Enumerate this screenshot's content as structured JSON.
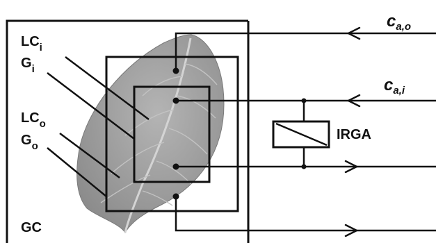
{
  "diagram": {
    "labels": {
      "lc_inner": {
        "main": "LC",
        "sub": "i"
      },
      "g_inner": {
        "main": "G",
        "sub": "i"
      },
      "lc_outer": {
        "main": "LC",
        "sub": "o"
      },
      "g_outer": {
        "main": "G",
        "sub": "o"
      },
      "gc": "GC",
      "irga": "IRGA",
      "ca_outer": {
        "main": "c",
        "sub": "a,o"
      },
      "ca_inner": {
        "main": "c",
        "sub": "a,i"
      }
    },
    "colors": {
      "line": "#111111",
      "leaf": "#9a9a9a",
      "leaf_vein": "#d4d4d4",
      "background": "#ffffff"
    }
  }
}
